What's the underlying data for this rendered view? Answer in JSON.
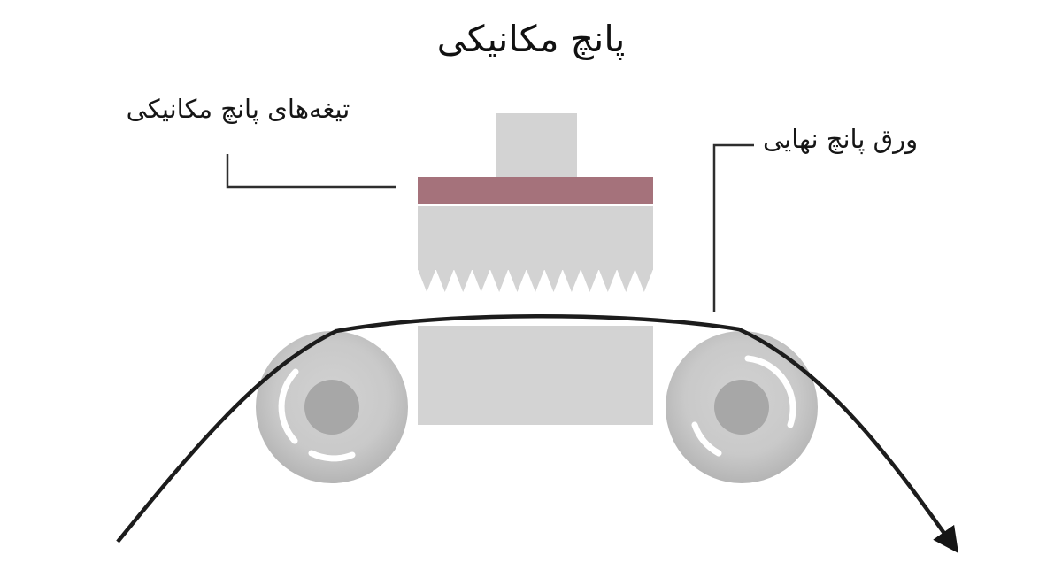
{
  "diagram": {
    "title": "پانچ مکانیکی",
    "labels": {
      "blades": "تیغه‌های پانچ مکانیکی",
      "sheet": "ورق پانچ نهایی"
    },
    "colors": {
      "background": "#ffffff",
      "punch_gray": "#d3d3d3",
      "blade_band": "#a5727b",
      "roller_outer": "#c7c7c7",
      "roller_hub": "#a7a7a7",
      "highlight_white": "#ffffff",
      "sheet_line": "#1c1c1c",
      "leader_line": "#2e2e2e",
      "text": "#111111"
    }
  }
}
